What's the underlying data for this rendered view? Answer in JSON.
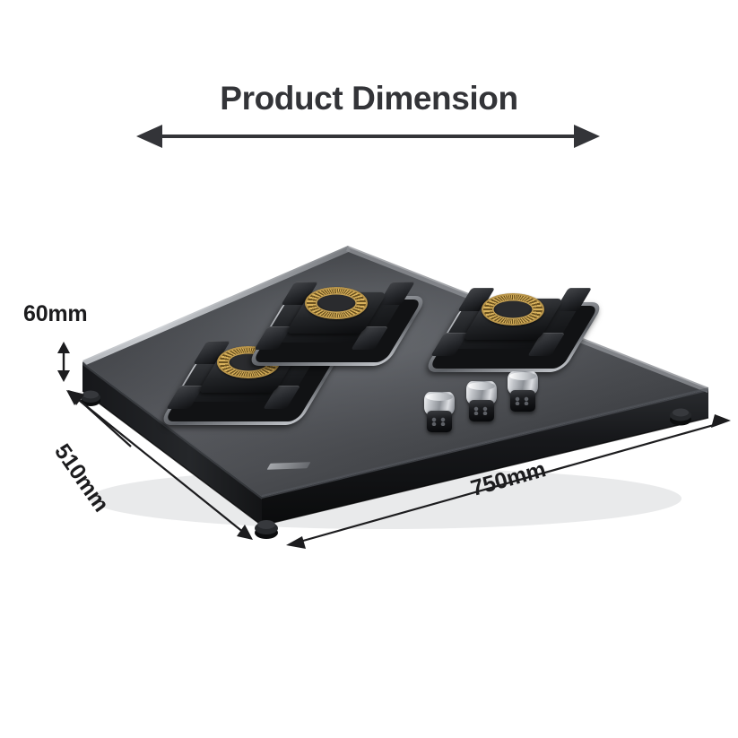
{
  "header": {
    "title": "Product Dimension"
  },
  "dimensions": {
    "height": "60mm",
    "depth": "510mm",
    "width": "750mm"
  },
  "product": {
    "type": "built-in-gas-hob",
    "burner_count": 3,
    "knob_count": 3,
    "surface_color": "#3f4145",
    "accent_brass": "#d9b25c",
    "trim_chrome": "#c9ccd1",
    "line_color": "#1c1c1e",
    "title_color": "#333438",
    "background": "#ffffff"
  },
  "annotations": {
    "title_arrow": "double-headed-horizontal-arrow",
    "height_arrow": "double-headed-vertical-arrow",
    "height_leader": "leader-arrow-to-side-panel",
    "depth_arrow": "double-headed-diagonal-arrow",
    "width_arrow": "double-headed-diagonal-arrow"
  }
}
